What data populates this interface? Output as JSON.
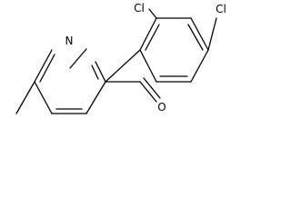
{
  "molecule": {
    "atoms": {
      "pyridine_nitrogen": "N",
      "chlorine_ortho": "Cl",
      "chlorine_para": "Cl",
      "aldehyde_oxygen": "O"
    }
  }
}
